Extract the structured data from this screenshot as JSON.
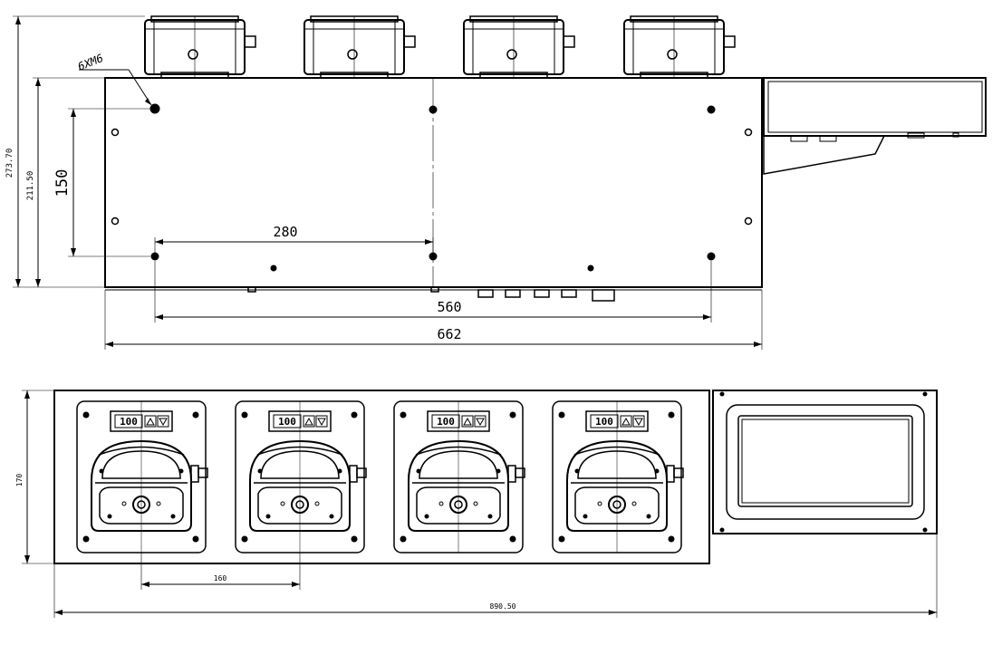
{
  "top_view": {
    "dim_overall_height": "273.70",
    "dim_body_height": "211.50",
    "dim_hole_spacing_v": "150",
    "dim_hole_spacing_h": "280",
    "dim_hole_span": "560",
    "dim_body_width": "662",
    "hole_callout": "6XM6",
    "pump_count": 4
  },
  "front_view": {
    "dim_height": "170",
    "dim_pump_pitch": "160",
    "dim_total_width": "890.50",
    "display_value": "100",
    "pump_count": 4
  },
  "colors": {
    "line": "#000000",
    "background": "#ffffff"
  }
}
